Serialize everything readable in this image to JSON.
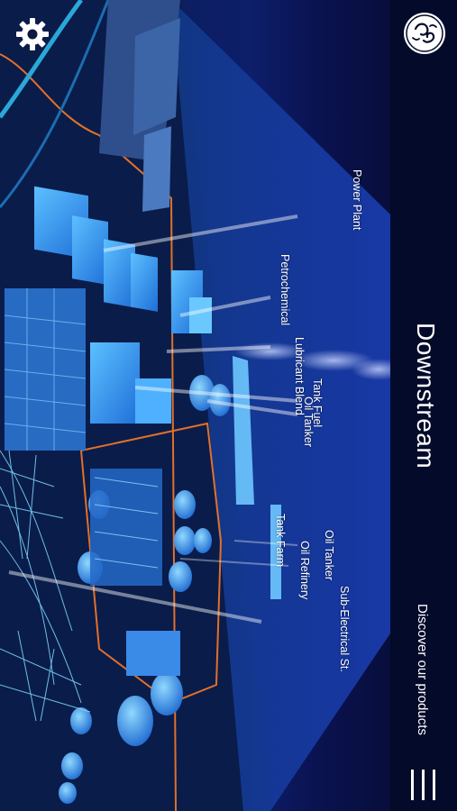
{
  "header": {
    "section_title": "Downstream"
  },
  "footer": {
    "discover_link": "Discover our products"
  },
  "sites": [
    {
      "label": "Power Plant"
    },
    {
      "label": "Petrochemical"
    },
    {
      "label": "Lubricant Blend"
    },
    {
      "label": "Tank Fuel"
    },
    {
      "label": "Oil Tanker"
    },
    {
      "label": "Tank Farm"
    },
    {
      "label": "Oil Tanker"
    },
    {
      "label": "Oil Refinery"
    },
    {
      "label": "Sub-Electrical St."
    }
  ],
  "icons": {
    "settings": "gear-icon",
    "logo": "ge-logo-icon",
    "menu": "hamburger-menu-icon"
  },
  "colors": {
    "panel": "#030a2a",
    "accent": "#ffffff",
    "scene_blue": "#3a9cff",
    "road_orange": "#e0702a"
  }
}
